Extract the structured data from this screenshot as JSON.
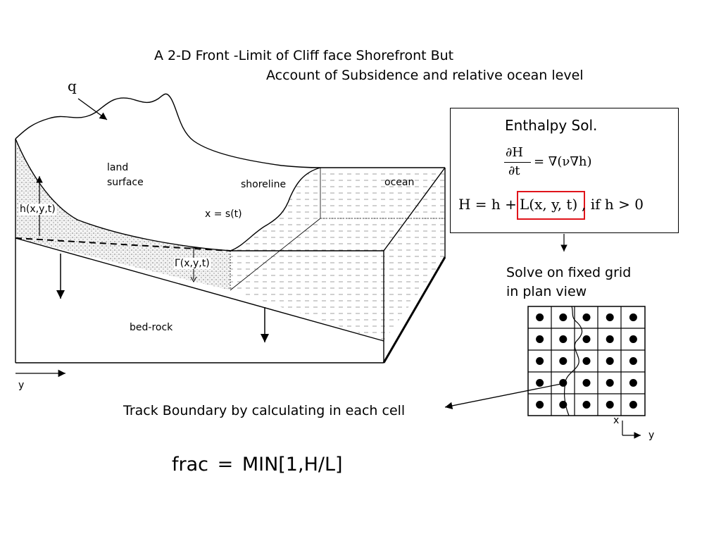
{
  "title": {
    "line1": "A 2-D Front   -Limit of Cliff face Shorefront But",
    "line2": "Account of Subsidence and relative ocean level"
  },
  "labels": {
    "q": "q",
    "land_surface_1": "land",
    "land_surface_2": "surface",
    "shoreline": "shoreline",
    "ocean": "ocean",
    "h_xyt": "h(x,y,t)",
    "x_st": "x = s(t)",
    "gamma": "Γ(x,y,t)",
    "bed_rock": "bed-rock",
    "y_axis": "y"
  },
  "enthalpy": {
    "title": "Enthalpy Sol.",
    "lhs_num": "∂H",
    "lhs_den": "∂t",
    "rhs": "= ∇(ν∇h)",
    "eq2_left": "H = h + ",
    "eq2_boxed": "L(x, y, t)",
    "eq2_right": ",    if    h > 0"
  },
  "grid": {
    "caption_1": "Solve on fixed grid",
    "caption_2": "in plan view",
    "rows": 5,
    "cols": 5,
    "axis_x": "x",
    "axis_y": "y"
  },
  "track_text": "Track Boundary by calculating in each cell",
  "frac_formula": {
    "lhs": "frac",
    "eq": "=",
    "rhs": "MIN[1,H/L]"
  }
}
